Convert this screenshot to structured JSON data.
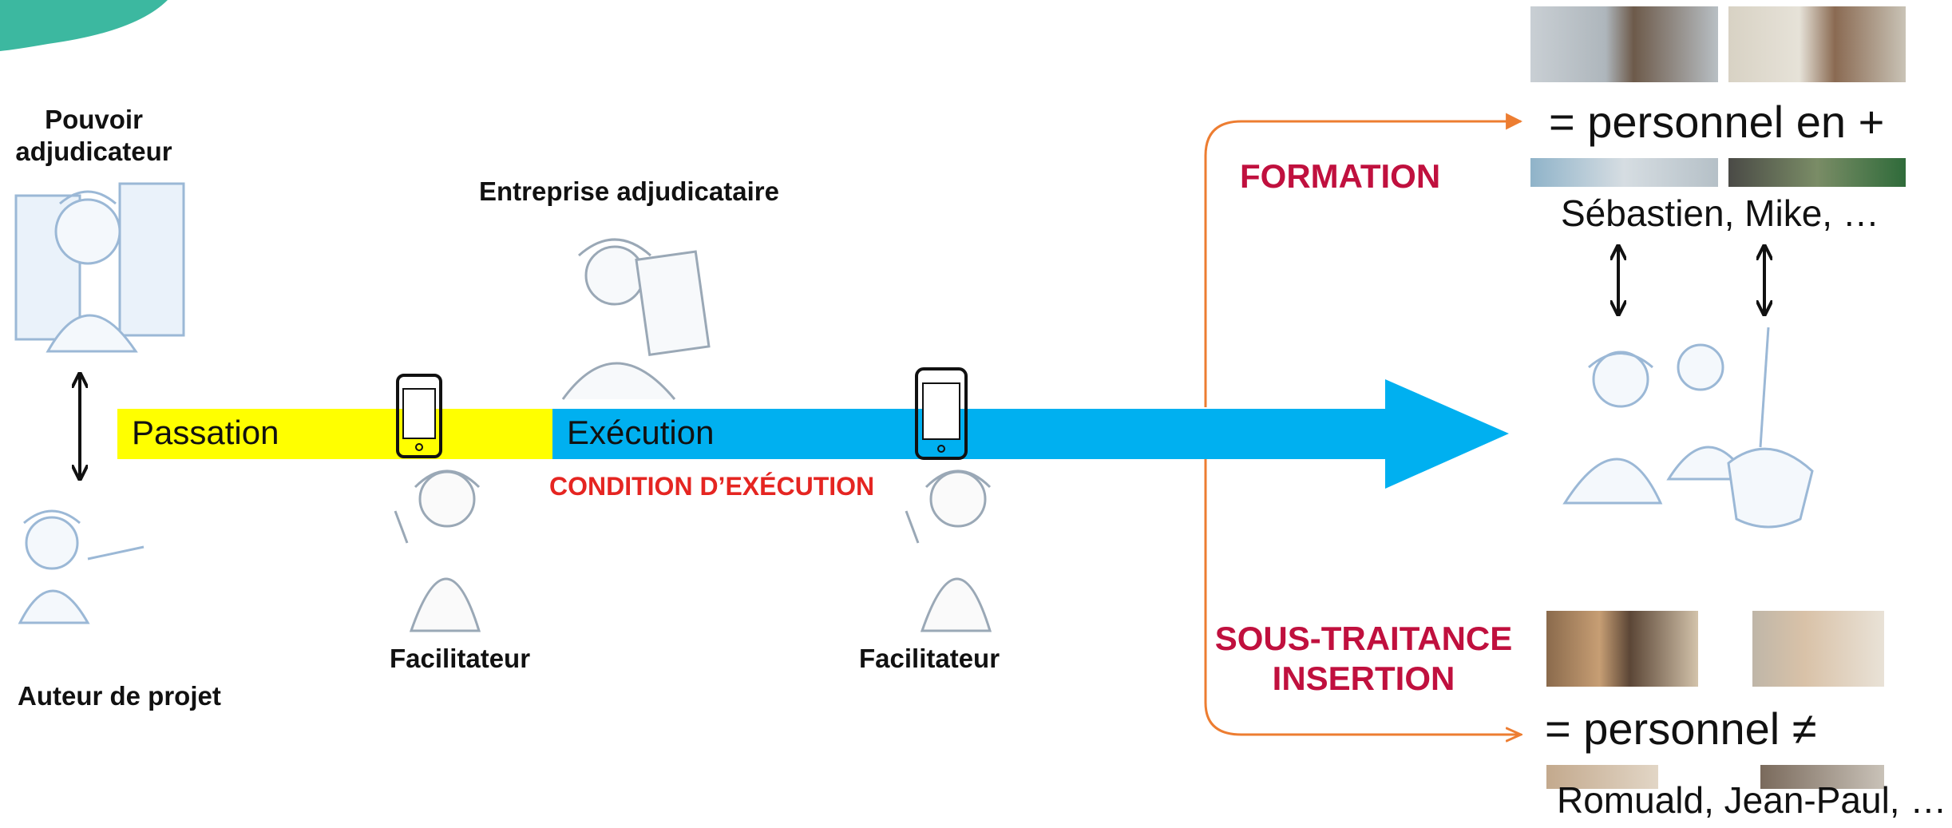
{
  "actors": {
    "pouvoir_adjudicateur": "Pouvoir adjudicateur",
    "auteur_de_projet": "Auteur de projet",
    "entreprise_adjudicataire": "Entreprise adjudicataire",
    "facilitateur_1": "Facilitateur",
    "facilitateur_2": "Facilitateur"
  },
  "timeline": {
    "passation": "Passation",
    "execution": "Exécution",
    "condition": "CONDITION D’EXÉCUTION"
  },
  "branches": {
    "formation": {
      "label": "FORMATION",
      "result": "= personnel en  +",
      "names": "Sébastien, Mike, …"
    },
    "sous_traitance": {
      "label_line1": "SOUS-TRAITANCE",
      "label_line2": "INSERTION",
      "result": "= personnel ≠",
      "names": "Romuald, Jean-Paul, …"
    }
  },
  "colors": {
    "passation_bar": "#ffff00",
    "execution_arrow": "#00b0f0",
    "branch_arrow": "#ed7d31",
    "condition_text": "#e52521",
    "branch_text": "#c0103e",
    "corner_blob": "#3cb8a0"
  }
}
